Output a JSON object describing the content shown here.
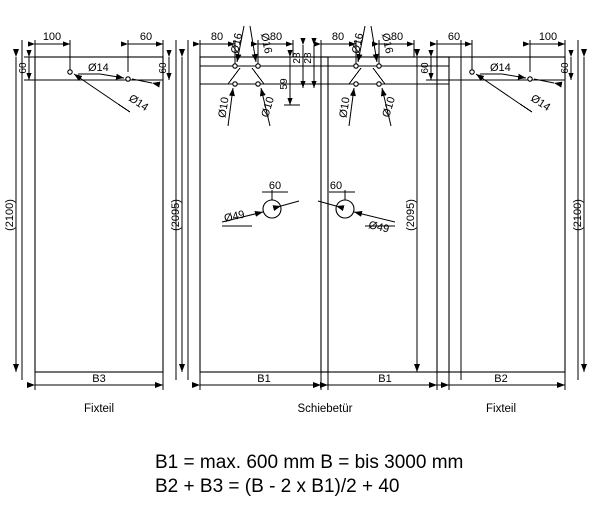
{
  "drawing": {
    "title_present": false,
    "units": "mm",
    "panels": [
      {
        "id": "panel-left-fixed",
        "caption": "Fixteil",
        "width_label": "B3",
        "height_label": "(2100)",
        "top_left_dim": "100",
        "top_right_dim": "60",
        "edge_left_dim": "60",
        "edge_right_dim": "60",
        "hole_labels": [
          "Ø14",
          "Ø14"
        ]
      },
      {
        "id": "panel-slide-left",
        "caption": "Schiebetür",
        "width_label": "B1",
        "height_label": "(2095)",
        "top_left_dim": "80",
        "top_right_dim": "80",
        "vert_dim_a": "59",
        "vert_dim_b": "28",
        "hole_labels": [
          "Ø16",
          "Ø16",
          "Ø10",
          "Ø10"
        ],
        "roller_label": "Ø49",
        "roller_dim": "60"
      },
      {
        "id": "panel-slide-right",
        "caption": "Schiebetür",
        "width_label": "B1",
        "height_label": "(2095)",
        "top_left_dim": "80",
        "top_right_dim": "80",
        "vert_dim_a": "59",
        "vert_dim_b": "28",
        "hole_labels": [
          "Ø16",
          "Ø16",
          "Ø10",
          "Ø10"
        ],
        "roller_label": "Ø49",
        "roller_dim": "60"
      },
      {
        "id": "panel-right-fixed",
        "caption": "Fixteil",
        "width_label": "B2",
        "height_label": "(2100)",
        "top_left_dim": "60",
        "top_right_dim": "100",
        "edge_left_dim": "60",
        "edge_right_dim": "60",
        "hole_labels": [
          "Ø14",
          "Ø14"
        ]
      }
    ],
    "captions": {
      "left": "Fixteil",
      "center": "Schiebetür",
      "right": "Fixteil"
    },
    "notes": {
      "line1": "B1 = max. 600 mm   B = bis 3000 mm",
      "line2": "B2 + B3 = (B - 2 x B1)/2 + 40"
    },
    "dimension_values": {
      "d100": "100",
      "d80": "80",
      "d60": "60",
      "d59": "59",
      "d28": "28",
      "dia14": "Ø14",
      "dia16": "Ø16",
      "dia10": "Ø10",
      "dia49": "Ø49",
      "h2100": "(2100)",
      "h2095": "(2095)",
      "wB1": "B1",
      "wB2": "B2",
      "wB3": "B3"
    }
  }
}
